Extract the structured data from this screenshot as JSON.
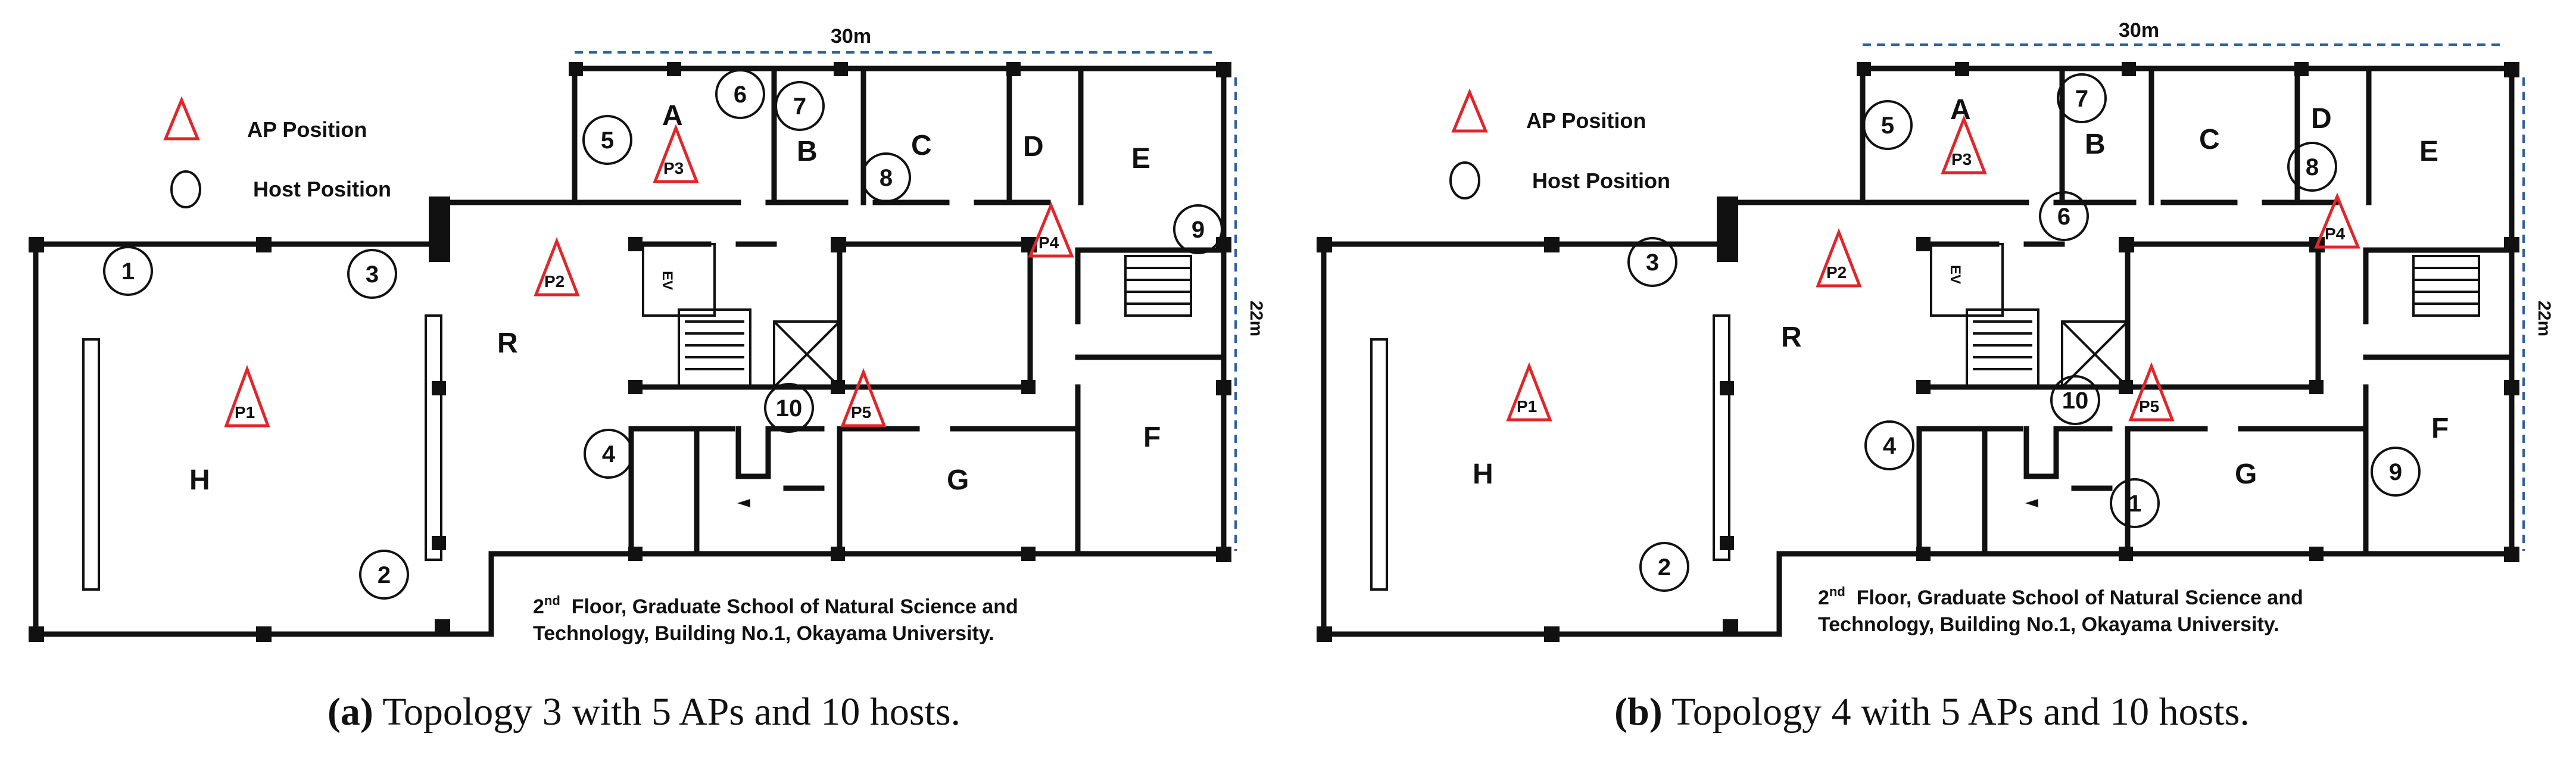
{
  "legend": {
    "ap_label": "AP Position",
    "host_label": "Host Position"
  },
  "dimensions": {
    "width_label": "30m",
    "height_label": "22m"
  },
  "floor_note": {
    "line1_sup": "nd",
    "line1_pre": "2",
    "line1_rest": "  Floor, Graduate School of Natural Science and",
    "line2": "Technology, Building No.1,  Okayama University."
  },
  "rooms": {
    "A": "A",
    "B": "B",
    "C": "C",
    "D": "D",
    "E": "E",
    "F": "F",
    "G": "G",
    "H": "H",
    "R": "R",
    "EV": "EV"
  },
  "aps": [
    "P1",
    "P2",
    "P3",
    "P4",
    "P5"
  ],
  "hosts": [
    "1",
    "2",
    "3",
    "4",
    "5",
    "6",
    "7",
    "8",
    "9",
    "10"
  ],
  "panels": [
    {
      "tag": "(a)",
      "caption": " Topology 3 with 5 APs and 10 hosts."
    },
    {
      "tag": "(b)",
      "caption": " Topology 4 with 5 APs and 10 hosts."
    }
  ],
  "colors": {
    "ap": "#e0262b",
    "wall": "#111111",
    "dimension": "#2f5f9e"
  }
}
